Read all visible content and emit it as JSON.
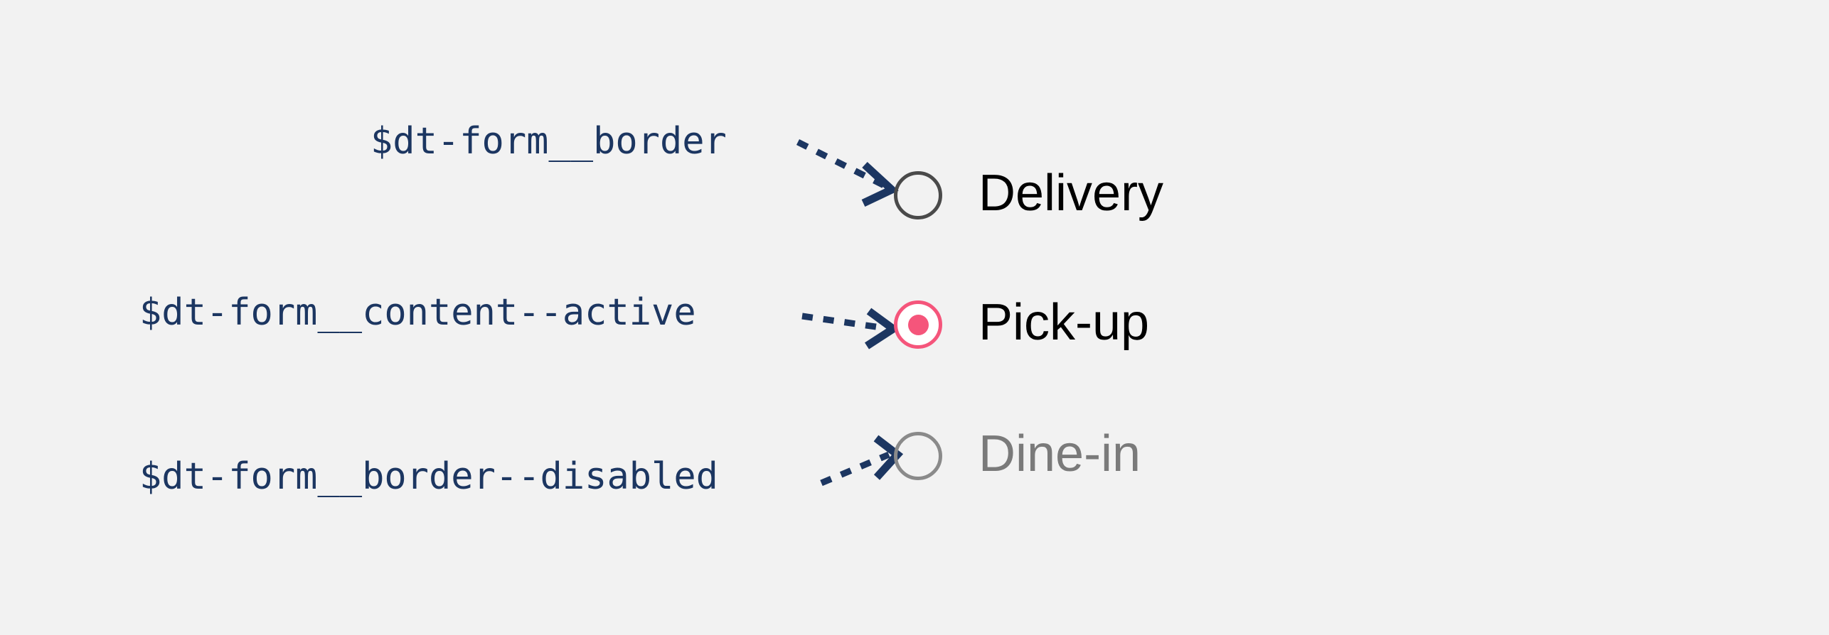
{
  "page": {
    "background_color": "#f2f2f2",
    "title": "Radio button design tokens"
  },
  "palette": {
    "annotation_navy": "#1c3661",
    "border_default": "#4a4a4a",
    "accent_pink": "#f5557b",
    "border_disabled": "#8a8a8a",
    "text_default": "#000000",
    "text_disabled": "#7a7a7a"
  },
  "annotations": [
    {
      "token": "$dt-form__border",
      "points_to": "radio-delivery",
      "arrow_icon": "dotted-arrow-icon"
    },
    {
      "token": "$dt-form__content--active",
      "points_to": "radio-pickup",
      "arrow_icon": "dotted-arrow-icon"
    },
    {
      "token": "$dt-form__border--disabled",
      "points_to": "radio-dinein",
      "arrow_icon": "dotted-arrow-icon"
    }
  ],
  "radio_group": {
    "options": [
      {
        "label": "Delivery",
        "state": "unselected",
        "selected": false,
        "disabled": false,
        "icon": "radio-unchecked-icon"
      },
      {
        "label": "Pick-up",
        "state": "selected",
        "selected": true,
        "disabled": false,
        "icon": "radio-checked-icon"
      },
      {
        "label": "Dine-in",
        "state": "disabled",
        "selected": false,
        "disabled": true,
        "icon": "radio-disabled-icon"
      }
    ]
  }
}
